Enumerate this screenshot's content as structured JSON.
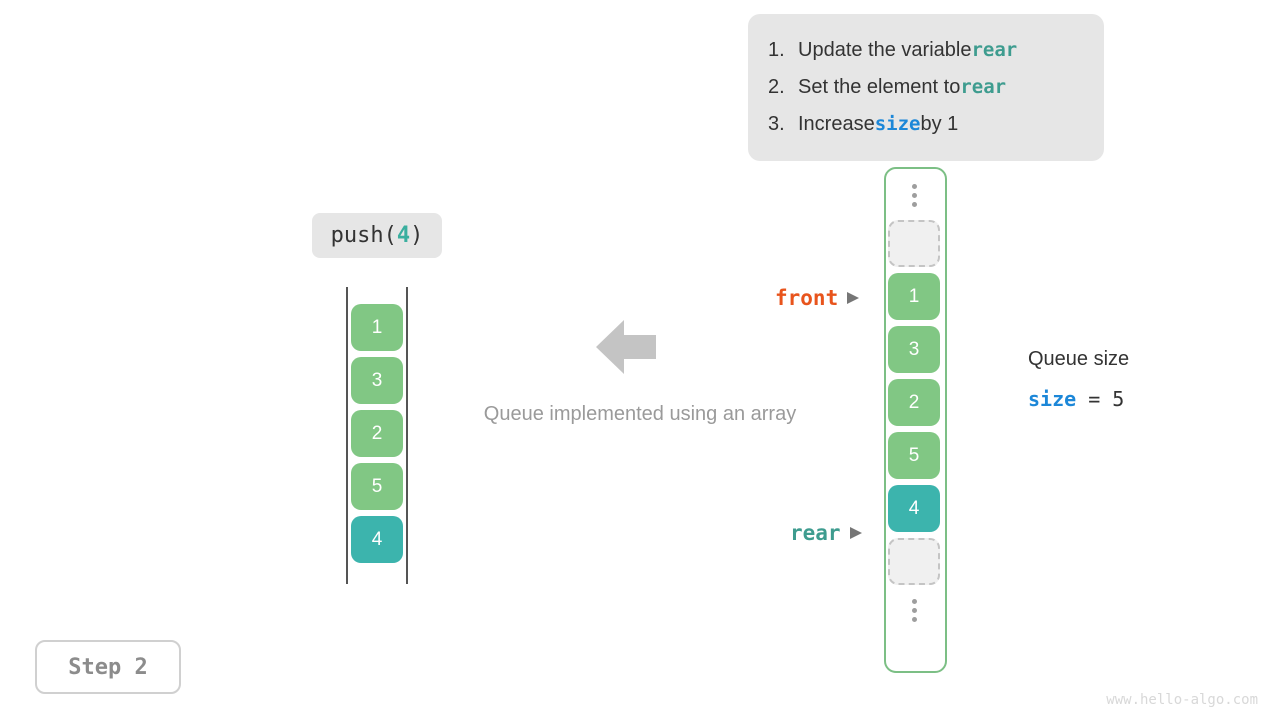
{
  "instructions": {
    "items": [
      {
        "num": "1.",
        "pre": "Update the variable ",
        "code": "rear",
        "code_color": "teal",
        "post": ""
      },
      {
        "num": "2.",
        "pre": "Set the element to ",
        "code": "rear",
        "code_color": "teal",
        "post": ""
      },
      {
        "num": "3.",
        "pre": "Increase ",
        "code": "size",
        "code_color": "blue",
        "post": " by 1"
      }
    ]
  },
  "operation": {
    "name": "push(",
    "arg": "4",
    "close": ")"
  },
  "caption": "Queue implemented using an array",
  "left_array": {
    "cells": [
      {
        "value": "1",
        "state": "filled"
      },
      {
        "value": "3",
        "state": "filled"
      },
      {
        "value": "2",
        "state": "filled"
      },
      {
        "value": "5",
        "state": "filled"
      },
      {
        "value": "4",
        "state": "highlight"
      }
    ]
  },
  "queue": {
    "slots": [
      {
        "type": "ellipsis",
        "value": ""
      },
      {
        "type": "empty",
        "value": ""
      },
      {
        "type": "filled",
        "value": "1"
      },
      {
        "type": "filled",
        "value": "3"
      },
      {
        "type": "filled",
        "value": "2"
      },
      {
        "type": "filled",
        "value": "5"
      },
      {
        "type": "highlight",
        "value": "4"
      },
      {
        "type": "empty",
        "value": ""
      },
      {
        "type": "ellipsis",
        "value": ""
      }
    ]
  },
  "pointers": {
    "front": "front",
    "rear": "rear"
  },
  "size_readout": {
    "title": "Queue size",
    "var": "size",
    "equals": " = ",
    "value": "5"
  },
  "step_badge": "Step 2",
  "watermark": "www.hello-algo.com",
  "colors": {
    "filled": "#81c784",
    "highlight": "#3cb4ad",
    "front_pointer": "#e8541c",
    "rear_pointer": "#3e9c8f",
    "size_var": "#1c87d8",
    "container_border": "#7cbf85",
    "card_bg": "#e6e6e6",
    "arrow": "#c4c4c4"
  }
}
